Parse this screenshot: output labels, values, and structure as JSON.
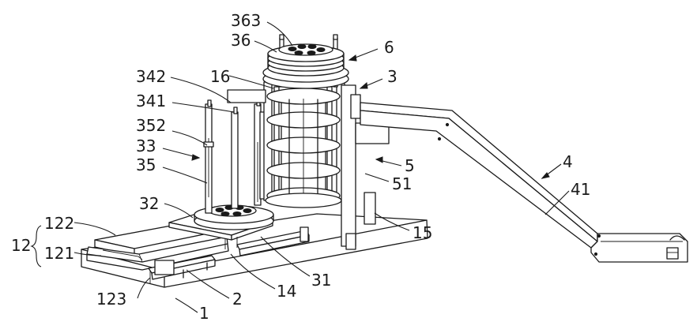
{
  "figure": {
    "labels": {
      "l363": "363",
      "l36": "36",
      "l6": "6",
      "l3": "3",
      "l342": "342",
      "l16": "16",
      "l341": "341",
      "l352": "352",
      "l33": "33",
      "l35": "35",
      "l5": "5",
      "l4": "4",
      "l41": "41",
      "l51": "51",
      "l32": "32",
      "l12": "12",
      "l122": "122",
      "l121": "121",
      "l15": "15",
      "l31": "31",
      "l14": "14",
      "l2": "2",
      "l123": "123",
      "l1": "1"
    }
  }
}
